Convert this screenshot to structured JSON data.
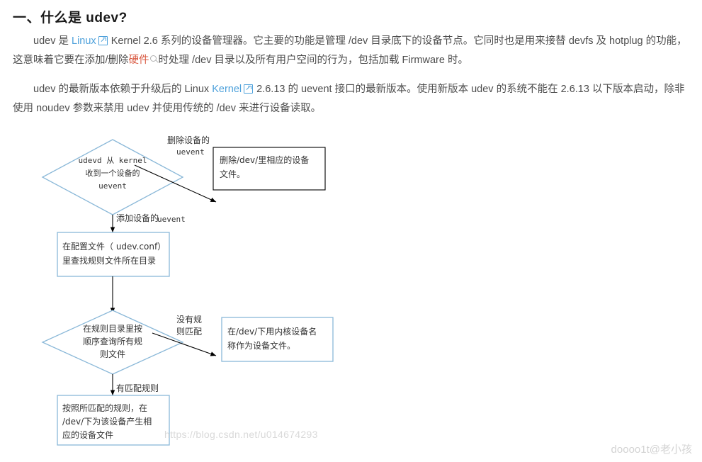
{
  "heading": "一、什么是 udev?",
  "paragraph1": {
    "seg1": "udev 是 ",
    "link1": "Linux",
    "seg2": " Kernel 2.6 系列的设备管理器。它主要的功能是管理 /dev 目录底下的设备节点。它同时也是用来接替 devfs 及 hotplug 的功能，这意味着它要在添加/删除",
    "highlight": "硬件",
    "seg3": "时处理 /dev 目录以及所有用户空间的行为，包括加载 Firmware 时。"
  },
  "paragraph2": {
    "seg1": "udev 的最新版本依赖于升级后的 Linux ",
    "link1": "Kernel",
    "seg2": " 2.6.13 的 uevent 接口的最新版本。使用新版本 udev 的系统不能在 2.6.13 以下版本启动，除非使用 noudev 参数来禁用 udev 并使用传统的 /dev 来进行设备读取。"
  },
  "flowchart": {
    "node_start": {
      "line1": "udevd 从 kernel",
      "line2": "收到一个设备的",
      "line3": "uevent"
    },
    "edge_delete": {
      "line1": "删除设备的",
      "line2": "uevent"
    },
    "node_delete_action": {
      "line1": "删除/dev/里相应的设备",
      "line2": "文件。"
    },
    "edge_add": {
      "line1": "添加设备的",
      "line2": "uevent"
    },
    "node_conf": {
      "line1": "在配置文件（ udev.conf）",
      "line2": "里查找规则文件所在目录"
    },
    "node_rules": {
      "line1": "在规则目录里按",
      "line2": "顺序查询所有规",
      "line3": "则文件"
    },
    "edge_nomatch": {
      "line1": "没有规",
      "line2": "则匹配"
    },
    "node_nomatch_action": {
      "line1": "在/dev/下用内核设备名",
      "line2": "称作为设备文件。"
    },
    "edge_match": {
      "line1": "有匹配规则"
    },
    "node_match_action": {
      "line1": "按照所匹配的规则，在",
      "line2": "/dev/下为该设备产生相",
      "line3": "应的设备文件"
    }
  },
  "watermark": "https://blog.csdn.net/u014674293",
  "watermark_brand": "doooo1t@老小孩",
  "colors": {
    "link": "#4ea1db",
    "highlight": "#d95b43",
    "text": "#4d4d4d",
    "heading": "#1a1a1a",
    "shape_stroke": "#8ab8d8"
  }
}
